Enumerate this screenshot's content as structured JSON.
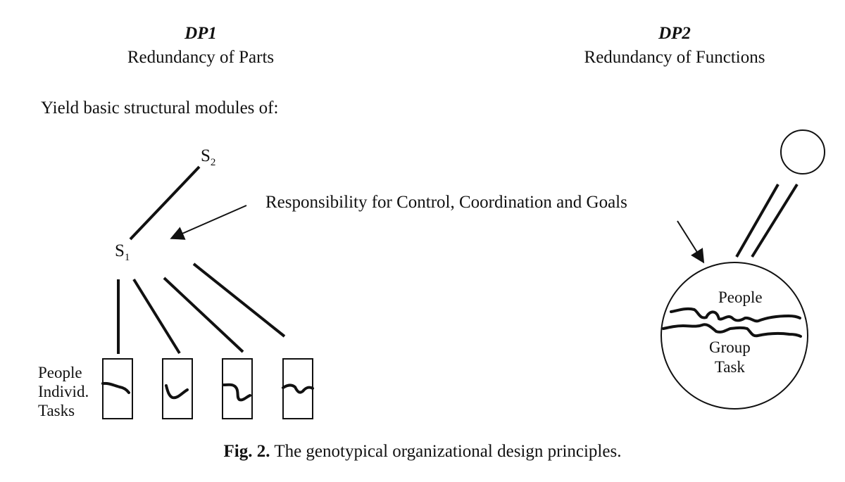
{
  "dp1": {
    "title": "DP1",
    "subtitle": "Redundancy of Parts"
  },
  "dp2": {
    "title": "DP2",
    "subtitle": "Redundancy of Functions"
  },
  "intro": "Yield basic structural modules of:",
  "hierarchy": {
    "s2_base": "S",
    "s2_sub": "2",
    "s1_base": "S",
    "s1_sub": "1",
    "people_label_lines": [
      "People",
      "Individ.",
      "Tasks"
    ]
  },
  "responsibility_label": "Responsibility for Control, Coordination and Goals",
  "group": {
    "people_label": "People",
    "task_label_lines": [
      "Group",
      "Task"
    ]
  },
  "caption": {
    "number": "Fig. 2.",
    "text": "The genotypical organizational design principles."
  }
}
